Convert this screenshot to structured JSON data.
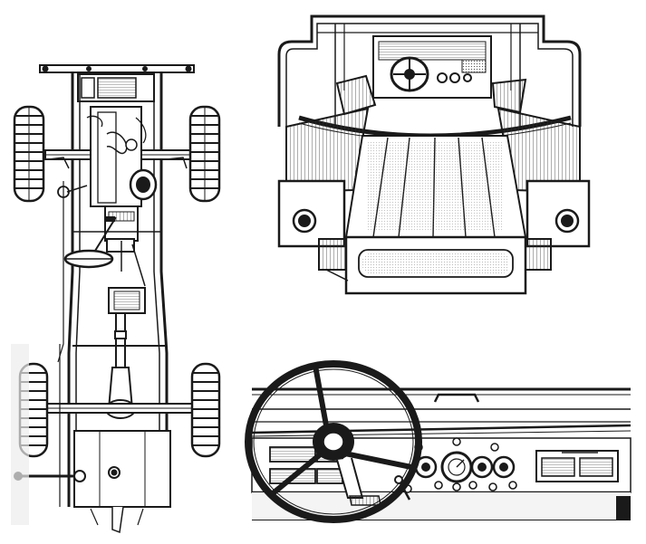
{
  "figure": {
    "panels": [
      {
        "id": "chassis-top-view"
      },
      {
        "id": "rear-cargo-view"
      },
      {
        "id": "dashboard-view"
      }
    ],
    "colors": {
      "ink": "#1a1a1a",
      "paper": "#ffffff",
      "shade": "#d9d9d9"
    }
  }
}
